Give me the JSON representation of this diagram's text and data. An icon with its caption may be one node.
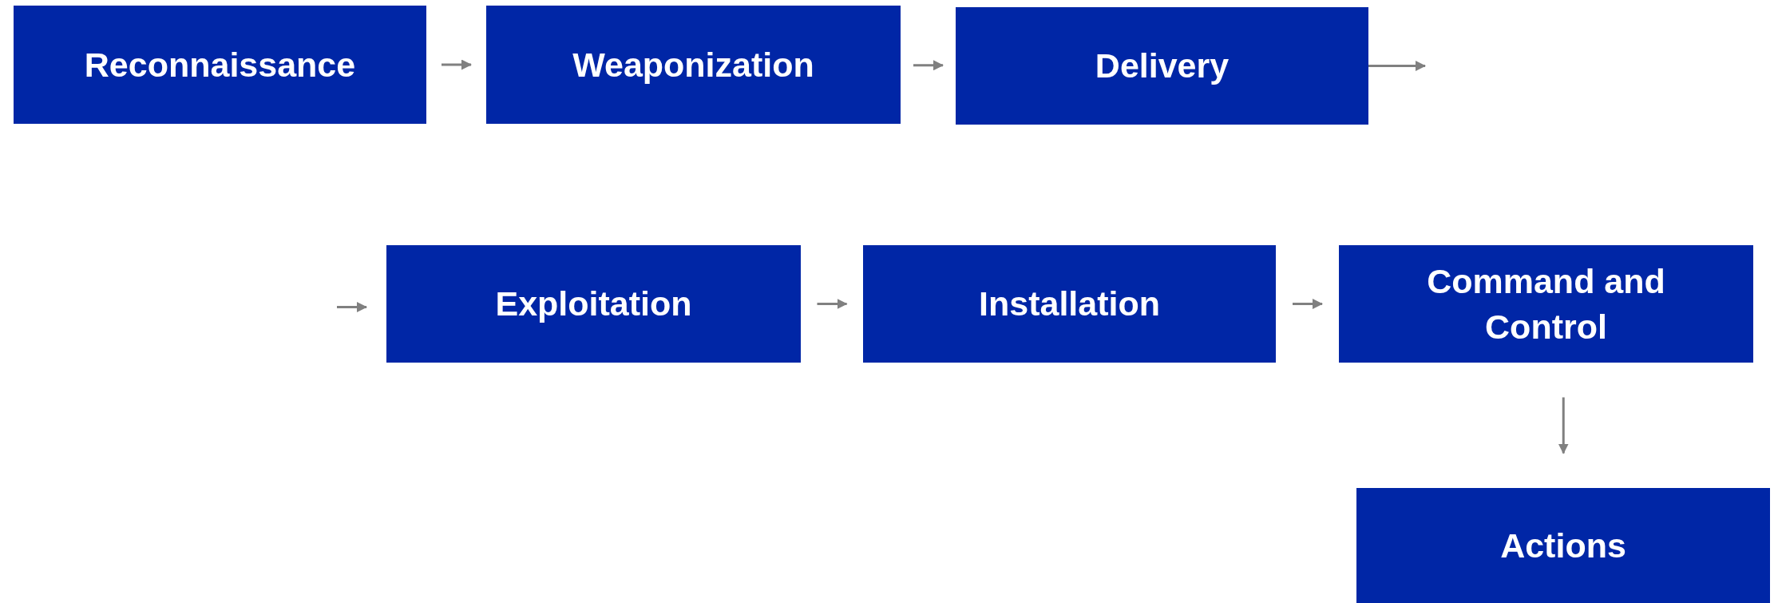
{
  "diagram": {
    "nodes": [
      {
        "text": [
          "Reconnaissance"
        ]
      },
      {
        "text": [
          "Weaponization"
        ]
      },
      {
        "text": [
          "Delivery"
        ]
      },
      {
        "text": [
          "Exploitation"
        ]
      },
      {
        "text": [
          "Installation"
        ]
      },
      {
        "text": [
          "Command and Control"
        ]
      },
      {
        "text": [
          "Actions"
        ]
      }
    ],
    "edges": [
      {
        "from": 0,
        "to": 1,
        "arrow": "to"
      },
      {
        "from": 1,
        "to": 2,
        "arrow": "to"
      },
      {
        "from": 2,
        "to": null,
        "arrow": "to"
      },
      {
        "from": null,
        "to": 3,
        "arrow": "to"
      },
      {
        "from": 3,
        "to": 4,
        "arrow": "to"
      },
      {
        "from": 4,
        "to": 5,
        "arrow": "to"
      },
      {
        "from": 5,
        "to": 6,
        "arrow": "to"
      }
    ]
  }
}
